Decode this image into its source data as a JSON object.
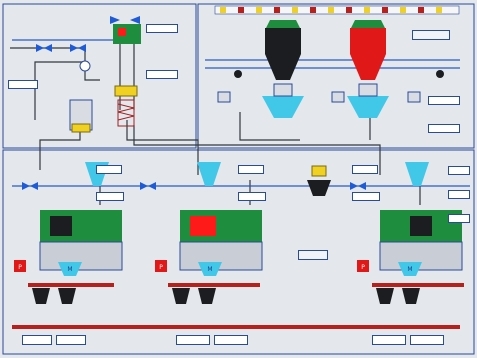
{
  "screen": {
    "labels": {
      "title": "",
      "top_1": "",
      "top_2": "",
      "top_3": "",
      "top_4": "",
      "top_5": "",
      "top_6": "",
      "top_7": "",
      "top_8": "",
      "bin_1": "",
      "bin_2": "",
      "right_mid_1": "",
      "right_mid_2": "",
      "line1_1": "",
      "line1_2": "",
      "line2_1": "",
      "line2_2": "",
      "line3_1": "",
      "line3_2": "",
      "mixer_1": "",
      "mixer_2": "",
      "mixer_3": "",
      "center_1": "",
      "center_2": "",
      "rail_1": "",
      "rail_2": "",
      "rail_3": "",
      "right_side_1": "",
      "right_side_2": "",
      "right_side_3": ""
    },
    "values": {
      "top_1": "",
      "top_2": "",
      "top_3": "",
      "right_mid_1": "",
      "right_mid_2": "",
      "line1_1": "",
      "line1_2": "",
      "line2_1": "",
      "line2_2": "",
      "line3_1": "",
      "line3_2": "",
      "right_side_1": "",
      "right_side_2": "",
      "right_side_3": ""
    },
    "buttons": {
      "rail_1_a": "",
      "rail_1_b": "",
      "rail_2_a": "",
      "rail_2_b": "",
      "rail_3_a": "",
      "rail_3_b": ""
    },
    "markers": {
      "p_1": "P",
      "p_2": "P",
      "p_3": "P",
      "m_1": "M",
      "m_2": "M",
      "m_3": "M"
    },
    "colors": {
      "background": "#e4e8ec",
      "panel_border": "#2a4a9a",
      "pipe_dark": "#33383f",
      "pipe_blue": "#2b57c8",
      "mixer_green": "#1e8e3e",
      "mixer_active": "#ff1a1a",
      "bin_red": "#e01818",
      "bin_black": "#1b1d20",
      "cone_cyan": "#41c8e8",
      "rail_red": "#b8201c",
      "valve_blue": "#1f5bd6",
      "label_blue": "#1a3c8c"
    }
  }
}
